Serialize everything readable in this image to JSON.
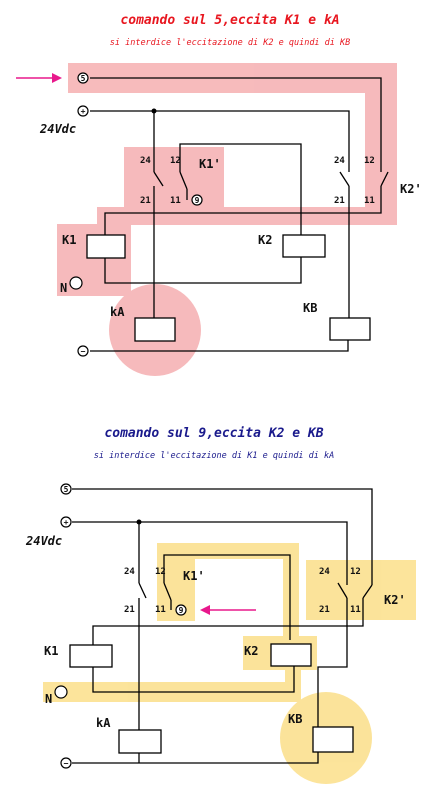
{
  "top": {
    "title": "comando sul 5,eccita K1 e kA",
    "subtitle": "si interdice l'eccitazione di K2 e quindi di KB"
  },
  "bottom": {
    "title": "comando sul 9,eccita K2 e KB",
    "subtitle": "si interdice l'eccitazione di K1 e quindi di kA"
  },
  "labels": {
    "supply": "24Vdc",
    "neutral": "N",
    "k1": "K1",
    "k2": "K2",
    "ka": "kA",
    "kb": "KB",
    "k1_contact": "K1'",
    "k2_contact": "K2'"
  },
  "terminals": {
    "t5": "5",
    "t9": "9",
    "plus": "+",
    "minus": "−"
  },
  "contact_numbers": {
    "n24": "24",
    "n12": "12",
    "n21": "21",
    "n11": "11"
  },
  "colors": {
    "red_highlight": "#f4a4a6",
    "yellow_highlight": "#fbdf89",
    "arrow": "#e8188c",
    "title_red": "#e8161f",
    "title_blue": "#1a1a8c"
  }
}
